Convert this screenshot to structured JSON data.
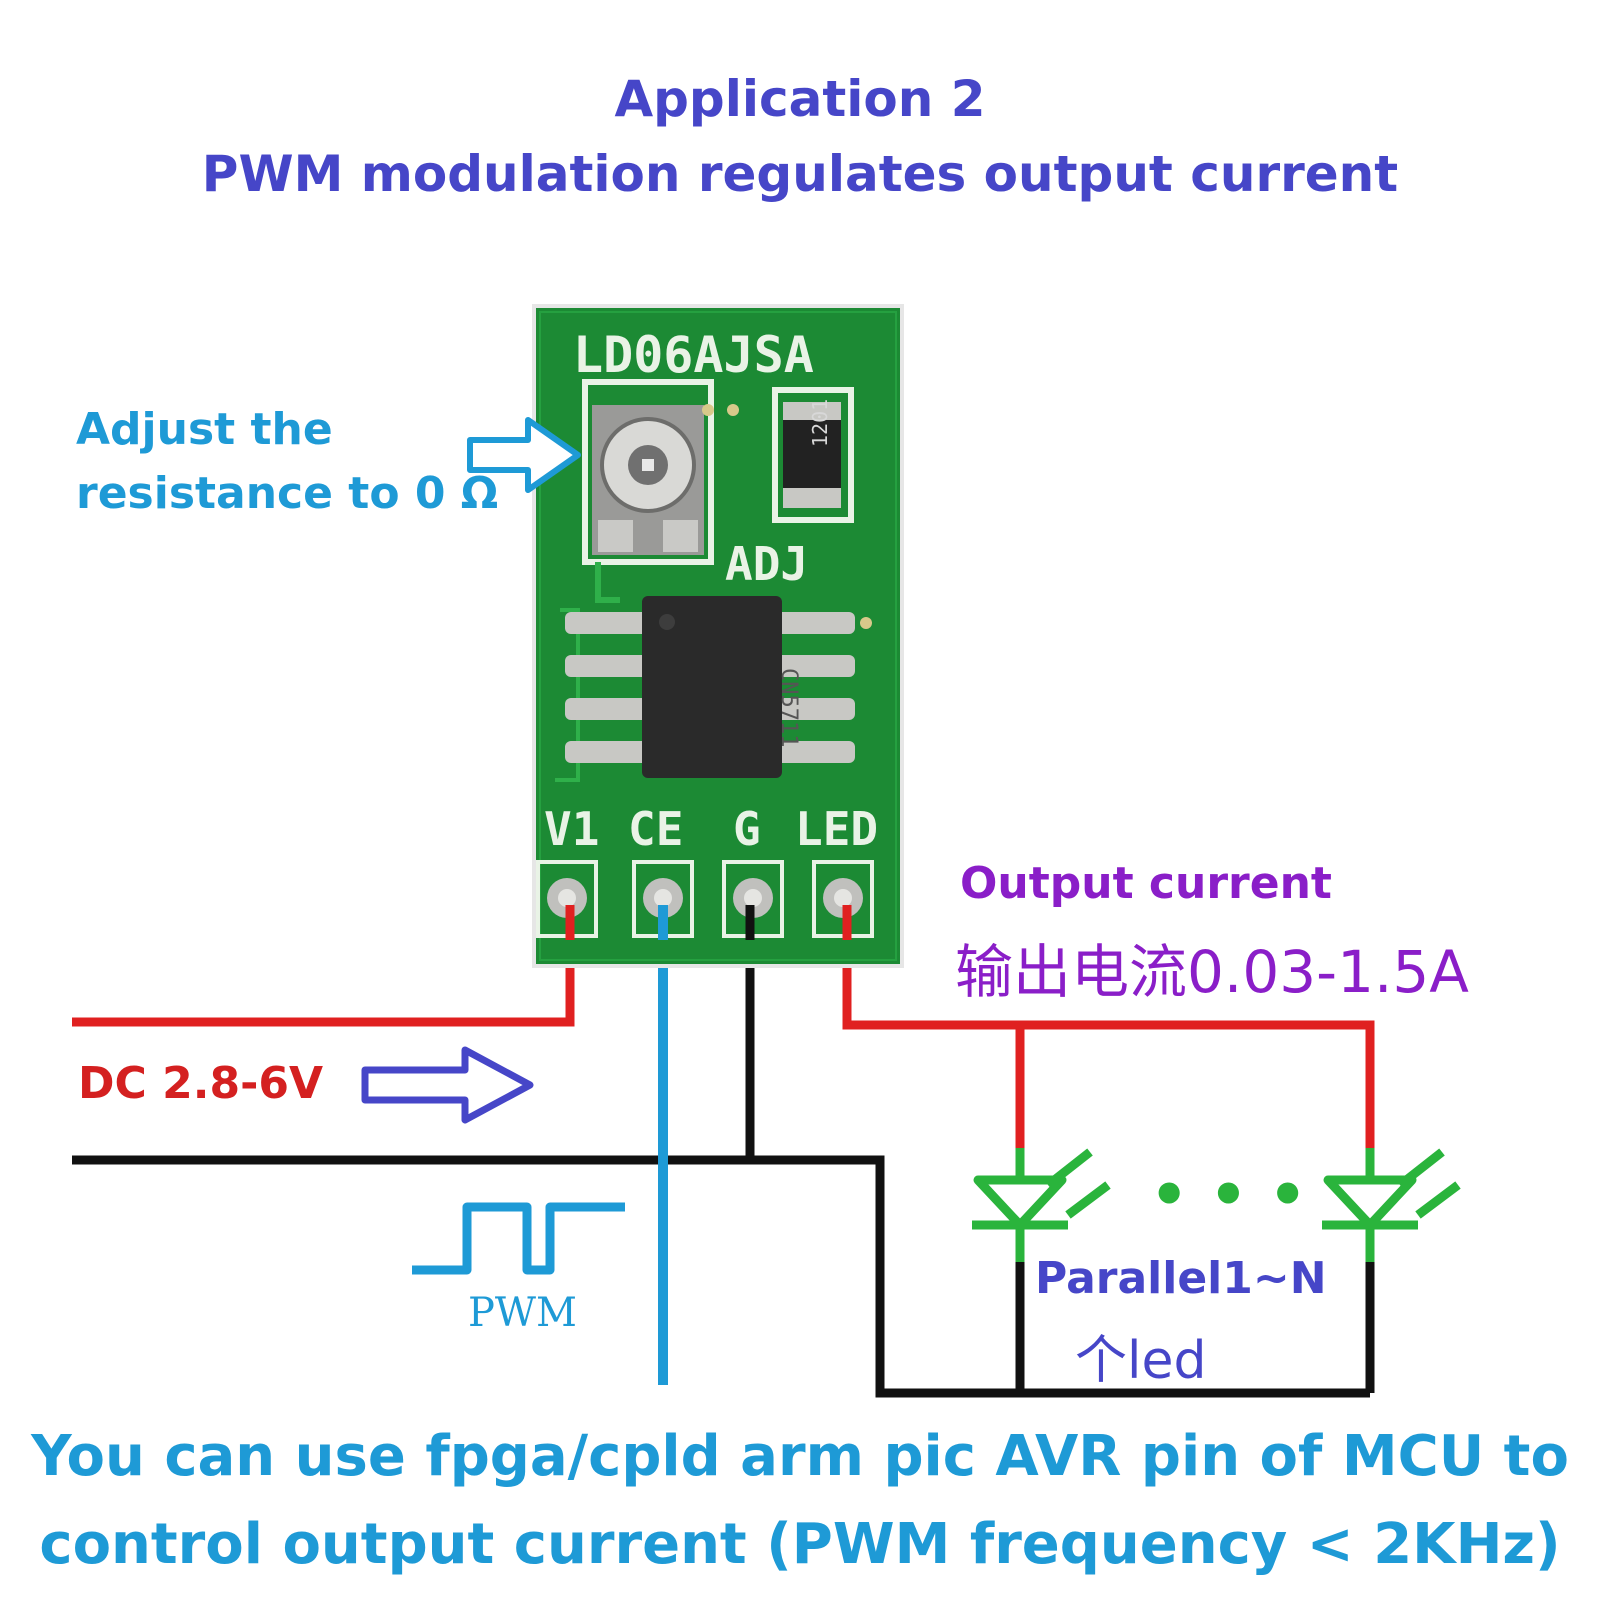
{
  "title": {
    "line1": "Application 2",
    "line2": "PWM modulation regulates output current"
  },
  "board": {
    "model": "LD06AJSA",
    "adj_label": "ADJ",
    "chip_marking": "CN5711",
    "resistor_marking": "1201",
    "pins": [
      "V1",
      "CE",
      "G",
      "LED"
    ]
  },
  "annotations": {
    "adjust_line1": "Adjust the",
    "adjust_line2": "resistance to 0 Ω",
    "input_voltage": "DC 2.8-6V",
    "output_en": "Output current",
    "output_cn": "输出电流0.03-1.5A",
    "pwm": "PWM",
    "parallel_line1": "Parallel1~N",
    "parallel_line2": "个led",
    "ellipsis": "• • •"
  },
  "bottom": {
    "line1": "You can use fpga/cpld arm pic AVR pin of MCU to",
    "line2": "control output current (PWM frequency < 2KHz)"
  },
  "colors": {
    "title": "#4646c8",
    "accent_blue": "#1e9ad6",
    "red_wire": "#e02020",
    "black_wire": "#111111",
    "pcb_green": "#1c8a34",
    "led_green": "#2ab43c",
    "output_purple": "#8a1ec8"
  }
}
